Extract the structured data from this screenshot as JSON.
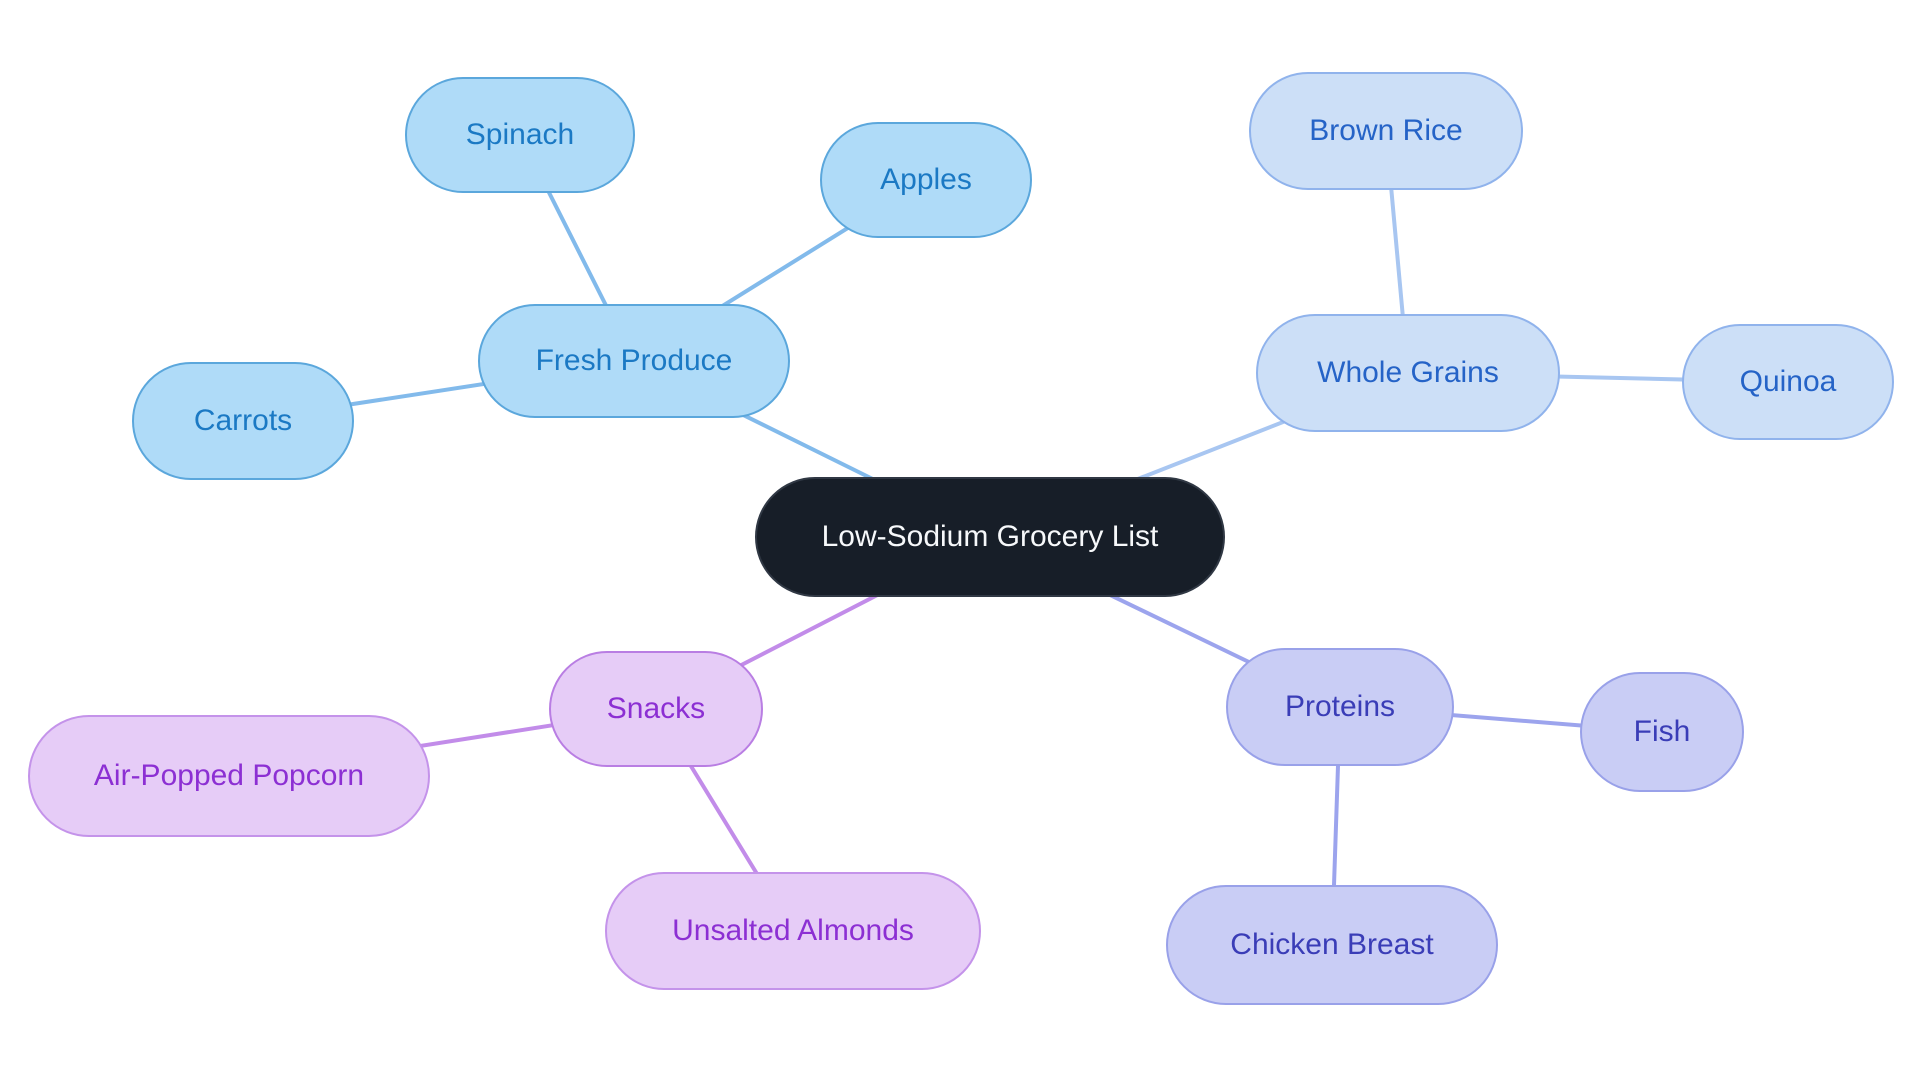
{
  "title": "Low-Sodium Grocery List",
  "mindmap": {
    "root": {
      "label": "Low-Sodium Grocery List",
      "fill": "#171E28",
      "text_color": "#F7F9FB"
    },
    "branches": [
      {
        "label": "Fresh Produce",
        "fill": "#AFDBF8",
        "border_color": "#5BA7DC",
        "text_color": "#1B79C4",
        "edge_color": "#82BAEB",
        "children": [
          "Spinach",
          "Apples",
          "Carrots"
        ]
      },
      {
        "label": "Whole Grains",
        "fill": "#CCDFF7",
        "border_color": "#90B3EC",
        "text_color": "#2563C7",
        "edge_color": "#A8C6F1",
        "children": [
          "Brown Rice",
          "Quinoa"
        ]
      },
      {
        "label": "Snacks",
        "fill": "#E6CCF7",
        "border_color": "#B97EE3",
        "text_color": "#8C2FD3",
        "edge_color": "#C28CE9",
        "children": [
          "Air-Popped Popcorn",
          "Unsalted Almonds"
        ]
      },
      {
        "label": "Proteins",
        "fill": "#C9CDF5",
        "border_color": "#99A1E9",
        "text_color": "#3A3DB7",
        "edge_color": "#9CA4ED",
        "children": [
          "Fish",
          "Chicken Breast"
        ]
      }
    ]
  }
}
